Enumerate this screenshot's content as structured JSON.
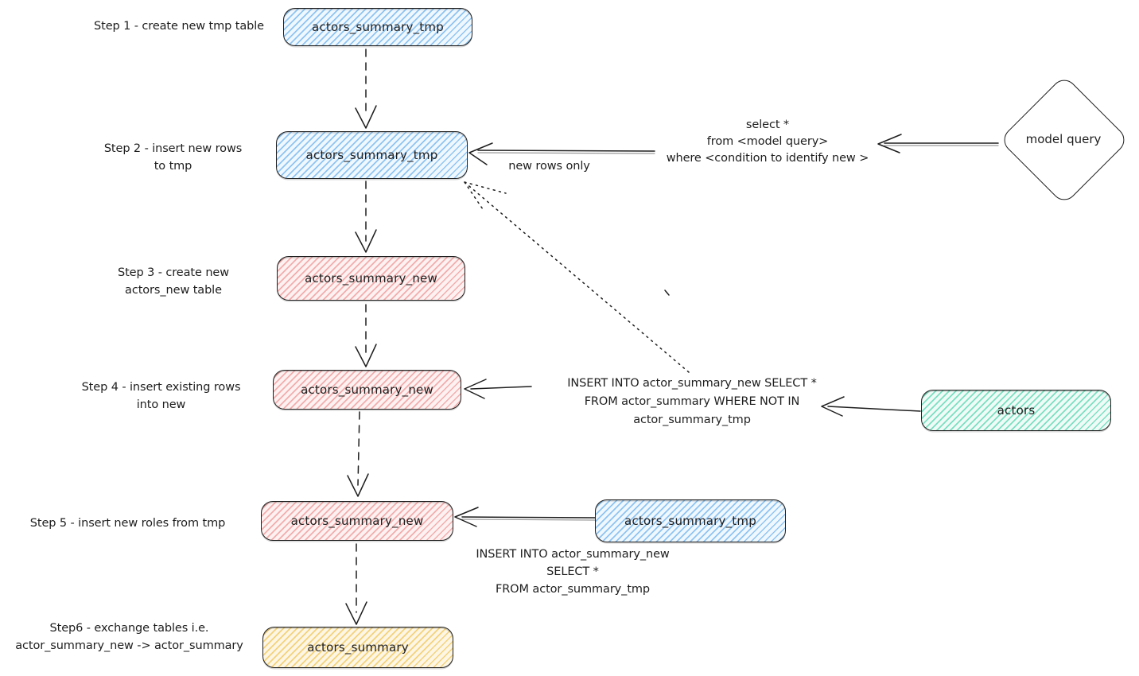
{
  "colors": {
    "background": "#ffffff",
    "stroke": "#1e1e1e",
    "arrow_shadow": "#9a9a9a",
    "blue_stripe": "#8fc4f1",
    "blue_bg": "#f0f8ff",
    "red_stripe": "#f3adad",
    "red_bg": "#fdf1f1",
    "green_stripe": "#7cdfc1",
    "green_bg": "#effbf7",
    "yellow_stripe": "#f4d27c",
    "yellow_bg": "#fdf6e4",
    "blue_fill_ref": "#a5d8ff",
    "red_fill_ref": "#ffc9c9",
    "green_fill_ref": "#96f2d7",
    "yellow_fill_ref": "#ffec99"
  },
  "steps": [
    {
      "label": "Step 1 - create new tmp table",
      "node": "actors_summary_tmp"
    },
    {
      "label": "Step 2 - insert new rows\nto tmp",
      "node": "actors_summary_tmp"
    },
    {
      "label": "Step 3 - create new\nactors_new table",
      "node": "actors_summary_new"
    },
    {
      "label": "Step 4 - insert existing rows\ninto new",
      "node": "actors_summary_new"
    },
    {
      "label": "Step 5 - insert new roles from tmp",
      "node": "actors_summary_new"
    },
    {
      "label": "Step6 - exchange tables i.e.\nactor_summary_new -> actor_summary",
      "node": "actors_summary"
    }
  ],
  "side_nodes": {
    "model_query": "model query",
    "actors": "actors",
    "actors_summary_tmp": "actors_summary_tmp"
  },
  "annotations": {
    "new_rows_only": "new rows only",
    "model_query_sql": "select *\nfrom <model query>\nwhere <condition to identify new >",
    "insert_existing_sql": "INSERT INTO actor_summary_new SELECT *\nFROM actor_summary WHERE NOT IN\nactor_summary_tmp",
    "insert_new_sql": "INSERT INTO actor_summary_new\nSELECT *\nFROM actor_summary_tmp"
  }
}
